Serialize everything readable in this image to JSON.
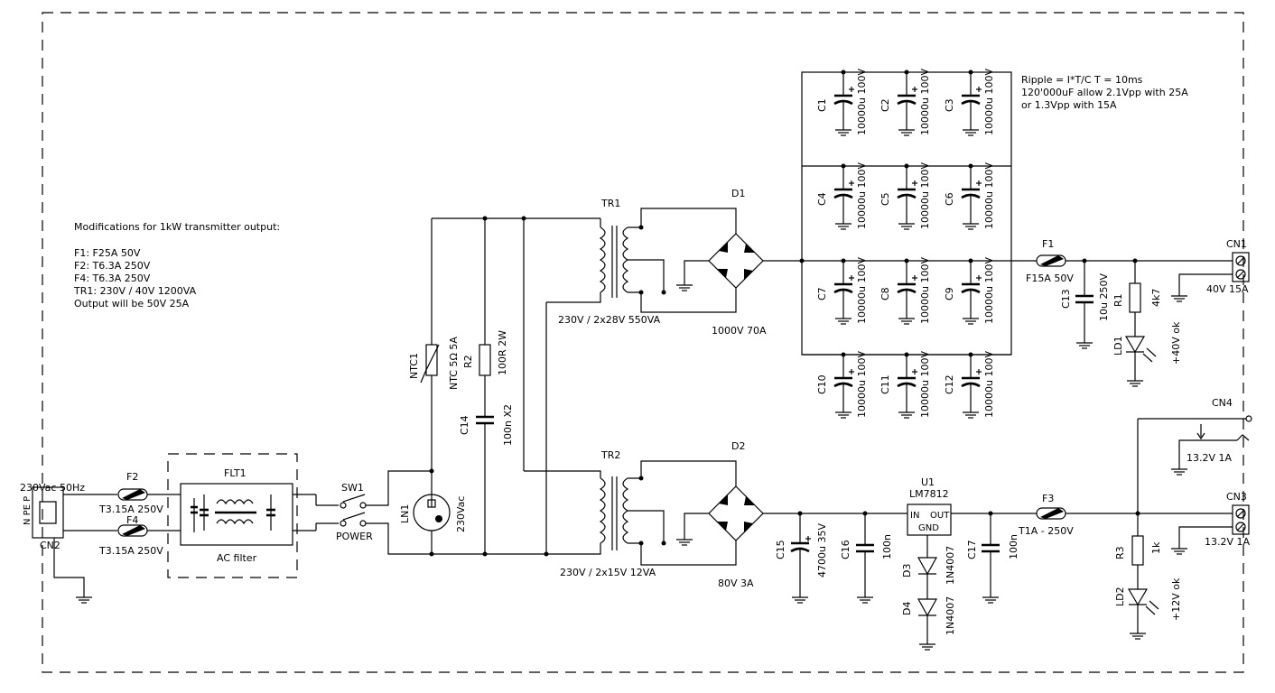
{
  "notes": {
    "mods_title": "Modifications for 1kW transmitter output:",
    "mods": [
      "F1: F25A 50V",
      "F2: T6.3A 250V",
      "F4: T6.3A 250V",
      "TR1: 230V / 40V 1200VA",
      "Output will be 50V 25A"
    ],
    "ripple": [
      "Ripple = I*T/C      T = 10ms",
      "120'000uF allow 2.1Vpp with 25A",
      "or 1.3Vpp with 15A"
    ]
  },
  "input": {
    "mains_label": "230Vac 50Hz",
    "pins_label": "N PE P",
    "cn2": "CN2",
    "f2": "F2",
    "f2_val": "T3.15A 250V",
    "f4": "F4",
    "f4_val": "T3.15A 250V",
    "flt1": "FLT1",
    "flt1_desc": "AC filter",
    "sw1": "SW1",
    "sw1_desc": "POWER",
    "ln1": "LN1",
    "ln1_val": "230Vac",
    "ntc1": "NTC1",
    "ntc1_val": "NTC 5Ω 5A",
    "r2": "R2",
    "r2_val": "100R 2W",
    "c14": "C14",
    "c14_val": "100n X2"
  },
  "main_supply": {
    "tr1": "TR1",
    "tr1_val": "230V / 2x28V 550VA",
    "d1": "D1",
    "d1_val": "1000V 70A",
    "caps": [
      {
        "ref": "C1",
        "val": "10000u 100V"
      },
      {
        "ref": "C2",
        "val": "10000u 100V"
      },
      {
        "ref": "C3",
        "val": "10000u 100V"
      },
      {
        "ref": "C4",
        "val": "10000u 100V"
      },
      {
        "ref": "C5",
        "val": "10000u 100V"
      },
      {
        "ref": "C6",
        "val": "10000u 100V"
      },
      {
        "ref": "C7",
        "val": "10000u 100V"
      },
      {
        "ref": "C8",
        "val": "10000u 100V"
      },
      {
        "ref": "C9",
        "val": "10000u 100V"
      },
      {
        "ref": "C10",
        "val": "10000u 100V"
      },
      {
        "ref": "C11",
        "val": "10000u 100V"
      },
      {
        "ref": "C12",
        "val": "10000u 100V"
      }
    ],
    "f1": "F1",
    "f1_val": "F15A 50V",
    "c13": "C13",
    "c13_val": "10u 250V",
    "r1": "R1",
    "r1_val": "4k7",
    "ld1": "LD1",
    "ld1_val": "+40V ok",
    "cn1": "CN1",
    "cn1_val": "40V 15A"
  },
  "aux_supply": {
    "tr2": "TR2",
    "tr2_val": "230V / 2x15V 12VA",
    "d2": "D2",
    "d2_val": "80V 3A",
    "c15": "C15",
    "c15_val": "4700u 35V",
    "c16": "C16",
    "c16_val": "100n",
    "u1": "U1",
    "u1_val": "LM7812",
    "u1_in": "IN",
    "u1_out": "OUT",
    "u1_gnd": "GND",
    "d3": "D3",
    "d3_val": "1N4007",
    "d4": "D4",
    "d4_val": "1N4007",
    "c17": "C17",
    "c17_val": "100n",
    "f3": "F3",
    "f3_val": "T1A - 250V",
    "r3": "R3",
    "r3_val": "1k",
    "ld2": "LD2",
    "ld2_val": "+12V ok",
    "cn3": "CN3",
    "cn3_val": "13.2V 1A",
    "cn4": "CN4",
    "cn4_val": "13.2V 1A"
  }
}
